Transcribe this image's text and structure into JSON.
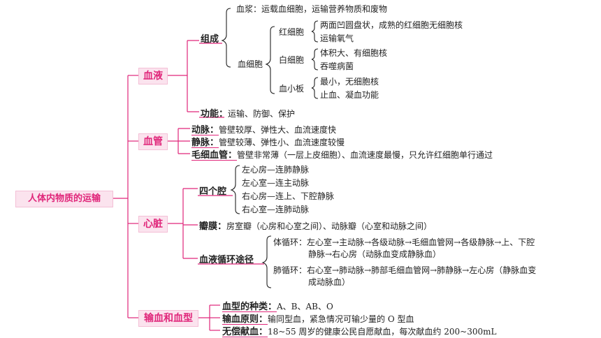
{
  "root": "人体内物质的运输",
  "blood": {
    "label": "血液",
    "composition_label": "组成",
    "plasma": "血浆：运载血细胞，运输营养物质和废物",
    "cells_label": "血细胞",
    "rbc_label": "红细胞",
    "rbc_1": "两面凹圆盘状，成熟的红细胞无细胞核",
    "rbc_2": "运输氧气",
    "wbc_label": "白细胞",
    "wbc_1": "体积大、有细胞核",
    "wbc_2": "吞噬病菌",
    "platelet_label": "血小板",
    "platelet_1": "最小，无细胞核",
    "platelet_2": "止血、凝血功能",
    "function_label": "功能：",
    "function_text": "运输、防御、保护"
  },
  "vessels": {
    "label": "血管",
    "artery_label": "动脉：",
    "artery_text": "管壁较厚、弹性大、血流速度快",
    "vein_label": "静脉：",
    "vein_text": "管壁较薄、弹性小、血流速度较慢",
    "capillary_label": "毛细血管：",
    "capillary_text": "管壁非常薄（一层上皮细胞）、血流速度最慢，只允许红细胞单行通过"
  },
  "heart": {
    "label": "心脏",
    "chambers_label": "四个腔",
    "chamber_1": "左心房—连肺静脉",
    "chamber_2": "左心室—连主动脉",
    "chamber_3": "右心房—连上、下腔静脉",
    "chamber_4": "右心室—连肺动脉",
    "valves_label": "瓣膜：",
    "valves_text": "房室瓣（心房和心室之间）、动脉瓣（心室和动脉之间）",
    "circulation_label": "血液循环途径",
    "systemic_label": "体循环：",
    "systemic_line1": "左心室→主动脉→各级动脉→毛细血管网→各级静脉→上、下腔",
    "systemic_line2": "静脉→右心房（动脉血变成静脉血）",
    "pulmonary_label": "肺循环：",
    "pulmonary_line1": "右心室→肺动脉→肺部毛细血管网→肺静脉→左心房（静脉血变",
    "pulmonary_line2": "成动脉血）"
  },
  "transfusion": {
    "label": "输血和血型",
    "types_label": "血型的种类：",
    "types_text": "A、B、AB、O",
    "principle_label": "输血原则：",
    "principle_text": "输同型血，紧急情况可输少量的 O 型血",
    "donation_label": "无偿献血：",
    "donation_text": "18~55 周岁的健康公民自愿献血，每次献血约 200~300mL"
  },
  "colors": {
    "accent": "#e0267a",
    "box_fill": "#fbe3ee",
    "line": "#e0267a",
    "bracket": "#222222"
  }
}
